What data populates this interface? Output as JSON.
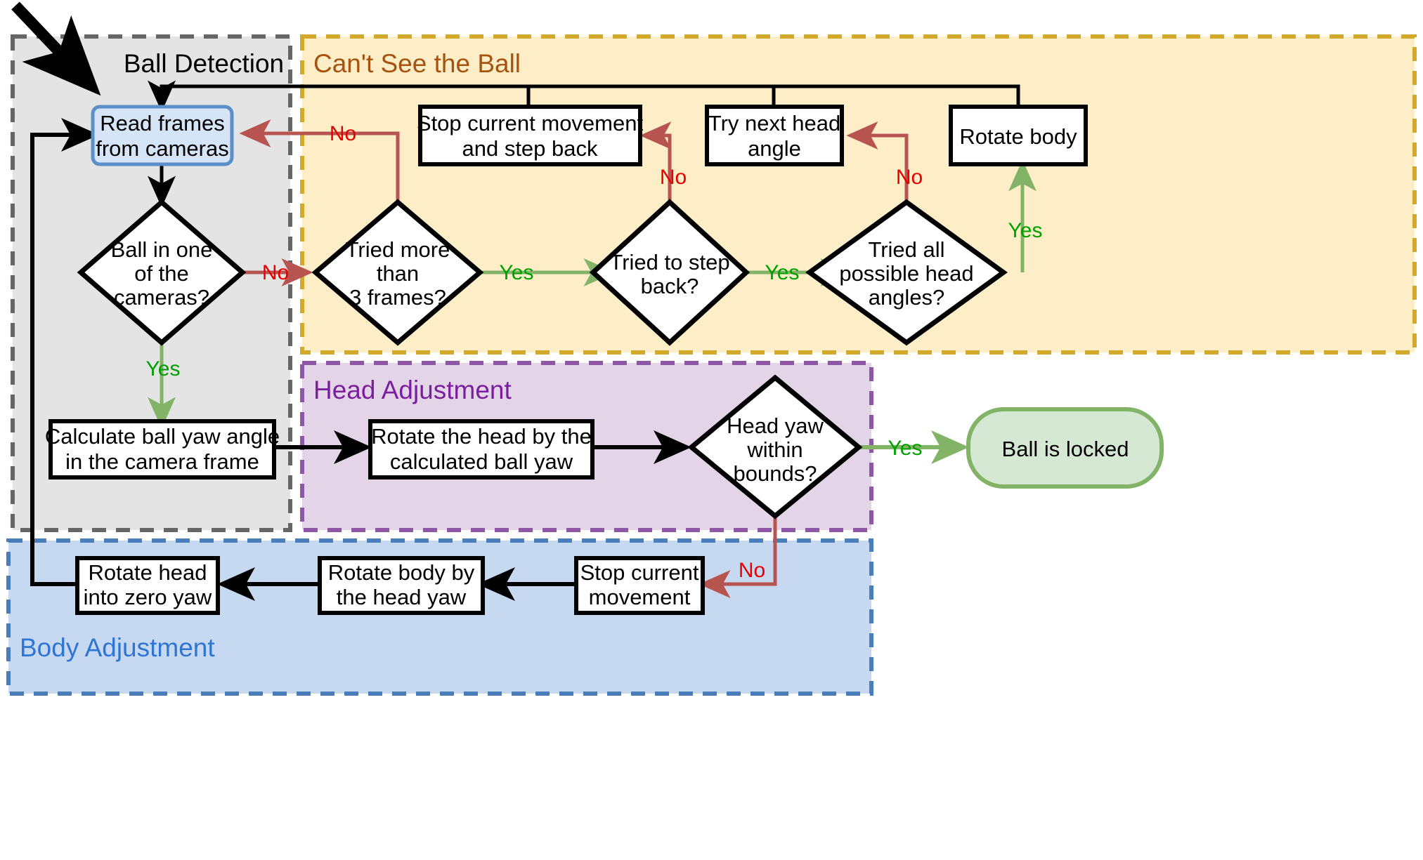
{
  "diagram": {
    "title": "Ball Detection and Tracking Flowchart",
    "type": "flowchart"
  },
  "groups": [
    {
      "id": "ball-detection",
      "label": "Ball Detection",
      "fill": "#e4e4e4",
      "border": "#666666",
      "label_color": "#000000"
    },
    {
      "id": "cant-see-ball",
      "label": "Can't See the Ball",
      "fill": "#fdeec8",
      "border": "#d4a82a",
      "label_color": "#a6530f"
    },
    {
      "id": "head-adjustment",
      "label": "Head Adjustment",
      "fill": "#e3d4e8",
      "border": "#8e57a5",
      "label_color": "#7b1f9e"
    },
    {
      "id": "body-adjustment",
      "label": "Body Adjustment",
      "fill": "#c6d9f1",
      "border": "#4a7ebb",
      "label_color": "#2e75d4"
    }
  ],
  "nodes": [
    {
      "id": "read-frames",
      "shape": "rounded-rect",
      "lines": [
        "Read frames",
        "from cameras"
      ],
      "fill": "#d6e4f7",
      "stroke": "#5b8fc9"
    },
    {
      "id": "ball-in-cameras",
      "shape": "diamond",
      "lines": [
        "Ball in one",
        "of the",
        "cameras?"
      ],
      "fill": "#ffffff",
      "stroke": "#000000"
    },
    {
      "id": "tried-more-3-frames",
      "shape": "diamond",
      "lines": [
        "Tried more",
        "than",
        "3 frames?"
      ],
      "fill": "#ffffff",
      "stroke": "#000000"
    },
    {
      "id": "tried-step-back",
      "shape": "diamond",
      "lines": [
        "Tried to step",
        "back?"
      ],
      "fill": "#ffffff",
      "stroke": "#000000"
    },
    {
      "id": "tried-all-head-angles",
      "shape": "diamond",
      "lines": [
        "Tried all",
        "possible head",
        "angles?"
      ],
      "fill": "#ffffff",
      "stroke": "#000000"
    },
    {
      "id": "stop-movement-step-back",
      "shape": "rect",
      "lines": [
        "Stop current movement",
        "and step back"
      ],
      "fill": "#ffffff",
      "stroke": "#000000"
    },
    {
      "id": "try-next-head-angle",
      "shape": "rect",
      "lines": [
        "Try next head",
        "angle"
      ],
      "fill": "#ffffff",
      "stroke": "#000000"
    },
    {
      "id": "rotate-body",
      "shape": "rect",
      "lines": [
        "Rotate body"
      ],
      "fill": "#ffffff",
      "stroke": "#000000"
    },
    {
      "id": "calculate-ball-yaw",
      "shape": "rect",
      "lines": [
        "Calculate ball yaw angle",
        "in the camera frame"
      ],
      "fill": "#ffffff",
      "stroke": "#000000"
    },
    {
      "id": "rotate-head-calculated-yaw",
      "shape": "rect",
      "lines": [
        "Rotate the head by the",
        "calculated ball yaw"
      ],
      "fill": "#ffffff",
      "stroke": "#000000"
    },
    {
      "id": "head-yaw-within-bounds",
      "shape": "diamond",
      "lines": [
        "Head yaw",
        "within",
        "bounds?"
      ],
      "fill": "#ffffff",
      "stroke": "#000000"
    },
    {
      "id": "ball-is-locked",
      "shape": "stadium",
      "lines": [
        "Ball is locked"
      ],
      "fill": "#d5e8d4",
      "stroke": "#82b366"
    },
    {
      "id": "stop-current-movement",
      "shape": "rect",
      "lines": [
        "Stop current",
        "movement"
      ],
      "fill": "#ffffff",
      "stroke": "#000000"
    },
    {
      "id": "rotate-body-head-yaw",
      "shape": "rect",
      "lines": [
        "Rotate body by",
        "the head yaw"
      ],
      "fill": "#ffffff",
      "stroke": "#000000"
    },
    {
      "id": "rotate-head-zero-yaw",
      "shape": "rect",
      "lines": [
        "Rotate head",
        "into zero yaw"
      ],
      "fill": "#ffffff",
      "stroke": "#000000"
    }
  ],
  "edge_labels": {
    "no_1": "No",
    "no_2": "No",
    "no_3": "No",
    "no_4": "No",
    "no_5": "No",
    "yes_1": "Yes",
    "yes_2": "Yes",
    "yes_3": "Yes",
    "yes_4": "Yes",
    "yes_5": "Yes"
  },
  "colors": {
    "yes_text": "#00a000",
    "yes_arrow": "#82b366",
    "no_text": "#e60000",
    "no_arrow": "#b85450",
    "plain_arrow": "#000000"
  }
}
